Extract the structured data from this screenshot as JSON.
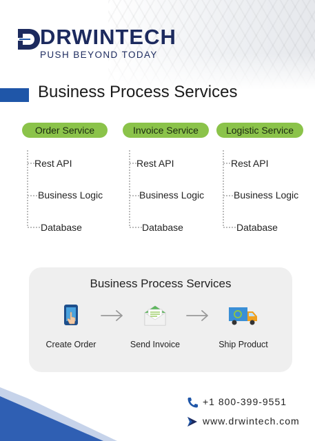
{
  "brand": {
    "name": "DRWINTECH",
    "tagline": "PUSH BEYOND TODAY",
    "mark_letters": "D",
    "color": "#1c2a5e"
  },
  "header": {
    "title": "Business Process Services",
    "accent_color": "#1f56a8"
  },
  "services": [
    {
      "label": "Order Service",
      "items": [
        "Rest API",
        "Business Logic",
        "Database"
      ]
    },
    {
      "label": "Invoice Service",
      "items": [
        "Rest API",
        "Business Logic",
        "Database"
      ]
    },
    {
      "label": "Logistic Service",
      "items": [
        "Rest API",
        "Business Logic",
        "Database"
      ]
    }
  ],
  "pill_color": "#8bc34a",
  "process": {
    "title": "Business Process Services",
    "steps": [
      {
        "label": "Create Order",
        "icon": "tablet-touch-icon"
      },
      {
        "label": "Send Invoice",
        "icon": "envelope-document-icon"
      },
      {
        "label": "Ship Product",
        "icon": "delivery-truck-icon"
      }
    ]
  },
  "contact": {
    "phone": "+1 800-399-9551",
    "website": "www.drwintech.com"
  }
}
